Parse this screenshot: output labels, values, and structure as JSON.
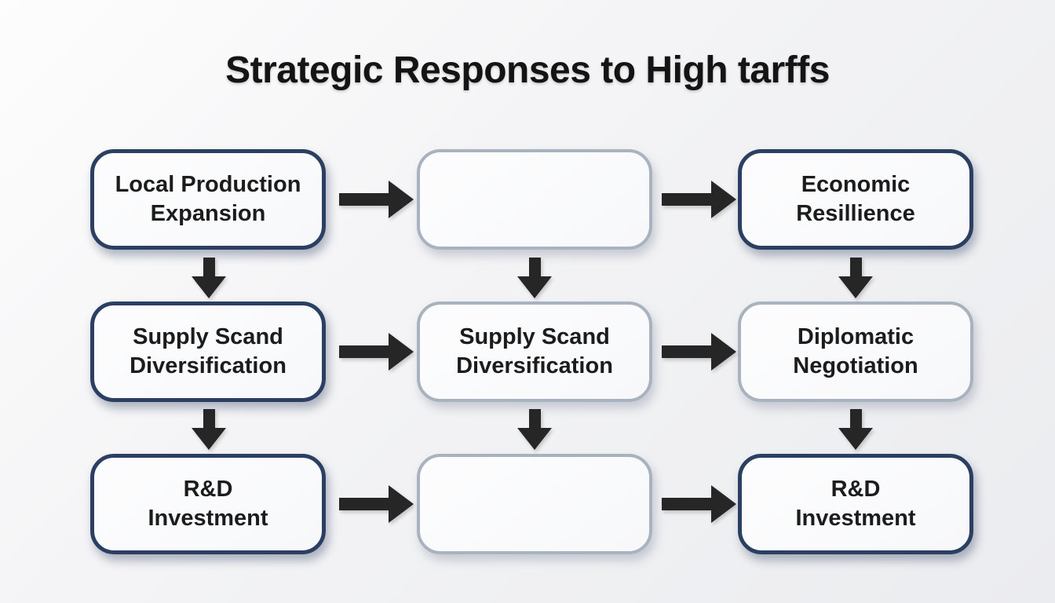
{
  "title": "Strategic Responses to High tarffs",
  "colors": {
    "navy_border": "#2b3f63",
    "gray_border": "#a9b2bf",
    "box_fill": "#fbfcfd",
    "arrow": "#262626",
    "title_text": "#141414",
    "box_text": "#1c1c1c",
    "background": "#f2f3f5"
  },
  "boxes": [
    {
      "id": "r1c1",
      "line1": "Local Production",
      "line2": "Expansion",
      "border": "navy"
    },
    {
      "id": "r1c2",
      "line1": "",
      "line2": "",
      "border": "gray"
    },
    {
      "id": "r1c3",
      "line1": "Economic",
      "line2": "Resillience",
      "border": "navy"
    },
    {
      "id": "r2c1",
      "line1": "Supply Scand",
      "line2": "Diversification",
      "border": "navy"
    },
    {
      "id": "r2c2",
      "line1": "Supply Scand",
      "line2": "Diversification",
      "border": "gray"
    },
    {
      "id": "r2c3",
      "line1": "Diplomatic",
      "line2": "Negotiation",
      "border": "gray"
    },
    {
      "id": "r3c1",
      "line1": "R&D",
      "line2": "Investment",
      "border": "navy"
    },
    {
      "id": "r3c2",
      "line1": "",
      "line2": "",
      "border": "gray"
    },
    {
      "id": "r3c3",
      "line1": "R&D",
      "line2": "Investment",
      "border": "navy"
    }
  ],
  "arrows": {
    "horizontal": [
      "r1c1->r1c2",
      "r1c2->r1c3",
      "r2c1->r2c2",
      "r2c2->r2c3",
      "r3c1->r3c2",
      "r3c2->r3c3"
    ],
    "vertical": [
      "r1c1->r2c1",
      "r1c2->r2c2",
      "r1c3->r2c3",
      "r2c1->r3c1",
      "r2c2->r3c2",
      "r2c3->r3c3"
    ]
  }
}
